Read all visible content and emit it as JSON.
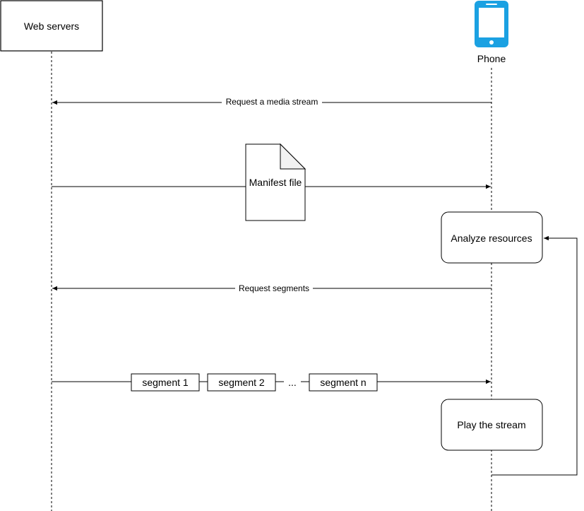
{
  "participants": {
    "servers": {
      "label": "Web servers"
    },
    "phone": {
      "label": "Phone",
      "icon": "phone-icon",
      "icon_color": "#1BA1E2"
    }
  },
  "messages": {
    "request_stream": "Request a media stream",
    "request_segments": "Request segments"
  },
  "manifest": {
    "label": "Manifest file"
  },
  "actions": {
    "analyze": "Analyze resources",
    "play": "Play the stream"
  },
  "segments": {
    "items": [
      "segment 1",
      "segment 2",
      "segment n"
    ],
    "ellipsis": "..."
  }
}
